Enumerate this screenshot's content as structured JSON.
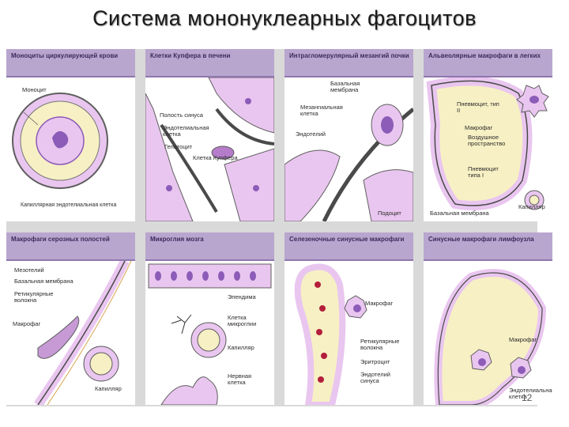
{
  "title": "Система мононуклеарных фагоцитов",
  "page_number": "12",
  "colors": {
    "header": "#b9a6cf",
    "cytoplasm": "#e9c6ef",
    "nucleus": "#8c5cb8",
    "plasma": "#f7f0c4",
    "membrane": "#5e5e5e"
  },
  "panels": [
    {
      "title": "Моноциты циркулирующей крови",
      "labels": [
        "Моноцит",
        "Капиллярная эндотелиальная клетка"
      ]
    },
    {
      "title": "Клетки Купфера в печени",
      "labels": [
        "Полость синуса",
        "Эндотелиальная клетка",
        "Гепатоцит",
        "Клетка Купфера"
      ]
    },
    {
      "title": "Интрагломерулярный мезангий почки",
      "labels": [
        "Базальная мембрана",
        "Мезангиальная клетка",
        "Эндотелий",
        "Подоцит"
      ]
    },
    {
      "title": "Альвеолярные макрофаги в легких",
      "labels": [
        "Пневмоцит, тип II",
        "Макрофаг",
        "Воздушное пространство",
        "Пневмоцит типа I",
        "Капилляр",
        "Базальная мембрана"
      ]
    },
    {
      "title": "Макрофаги серозных полостей",
      "labels": [
        "Мезотелий",
        "Базальная мембрана",
        "Ретикулярные волокна",
        "Макрофаг",
        "Капилляр"
      ]
    },
    {
      "title": "Микроглия мозга",
      "labels": [
        "Эпендима",
        "Клетка микроглии",
        "Капилляр",
        "Нервная клетка"
      ]
    },
    {
      "title": "Селезеночные синусные макрофаги",
      "labels": [
        "Макрофаг",
        "Ретикулярные волокна",
        "Эритроцит",
        "Эндотелий синуса"
      ]
    },
    {
      "title": "Синусные макрофаги лимфоузла",
      "labels": [
        "Макрофаг",
        "Эндотелиальная клетка"
      ]
    }
  ]
}
